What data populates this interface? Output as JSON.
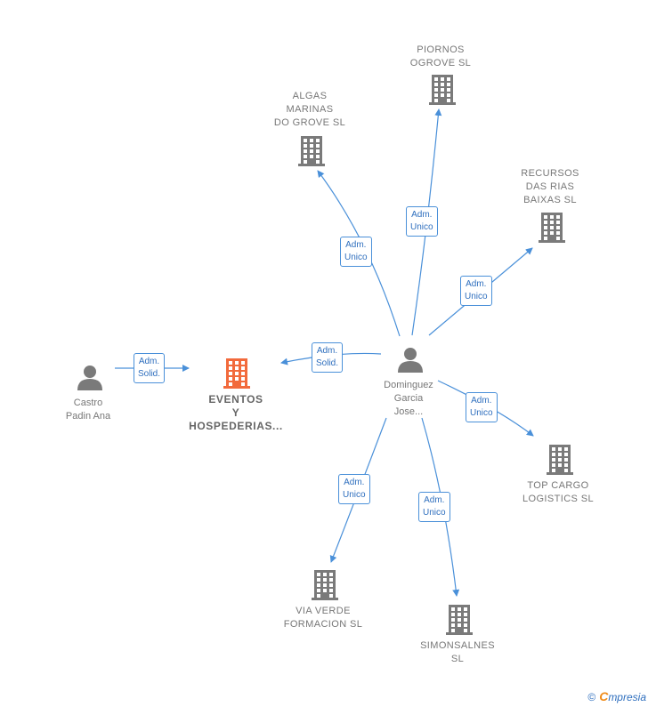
{
  "colors": {
    "edge": "#4a90d9",
    "company": "#7a7a7a",
    "focus": "#f26a3c",
    "person": "#7a7a7a"
  },
  "nodes": [
    {
      "id": "eventos",
      "type": "company",
      "focus": true,
      "label": "EVENTOS\nY\nHOSPEDERIAS..."
    },
    {
      "id": "castro",
      "type": "person",
      "label": "Castro\nPadin Ana"
    },
    {
      "id": "dominguez",
      "type": "person",
      "label": "Dominguez\nGarcia\nJose..."
    },
    {
      "id": "algas",
      "type": "company",
      "label": "ALGAS\nMARINAS\nDO GROVE  SL"
    },
    {
      "id": "piornos",
      "type": "company",
      "label": "PIORNOS\nOGROVE  SL"
    },
    {
      "id": "recursos",
      "type": "company",
      "label": "RECURSOS\nDAS RIAS\nBAIXAS  SL"
    },
    {
      "id": "topcargo",
      "type": "company",
      "label": "TOP CARGO\nLOGISTICS  SL"
    },
    {
      "id": "viaverde",
      "type": "company",
      "label": "VIA VERDE\nFORMACION SL"
    },
    {
      "id": "simonsalnes",
      "type": "company",
      "label": "SIMONSALNES\nSL"
    }
  ],
  "edges": [
    {
      "from": "castro",
      "to": "eventos",
      "label": "Adm.\nSolid."
    },
    {
      "from": "dominguez",
      "to": "eventos",
      "label": "Adm.\nSolid."
    },
    {
      "from": "dominguez",
      "to": "algas",
      "label": "Adm.\nUnico"
    },
    {
      "from": "dominguez",
      "to": "piornos",
      "label": "Adm.\nUnico"
    },
    {
      "from": "dominguez",
      "to": "recursos",
      "label": "Adm.\nUnico"
    },
    {
      "from": "dominguez",
      "to": "topcargo",
      "label": "Adm.\nUnico"
    },
    {
      "from": "dominguez",
      "to": "viaverde",
      "label": "Adm.\nUnico"
    },
    {
      "from": "dominguez",
      "to": "simonsalnes",
      "label": "Adm.\nUnico"
    }
  ],
  "footer": {
    "copyright_symbol": "©",
    "brand_first": "C",
    "brand_rest": "mpresia"
  }
}
